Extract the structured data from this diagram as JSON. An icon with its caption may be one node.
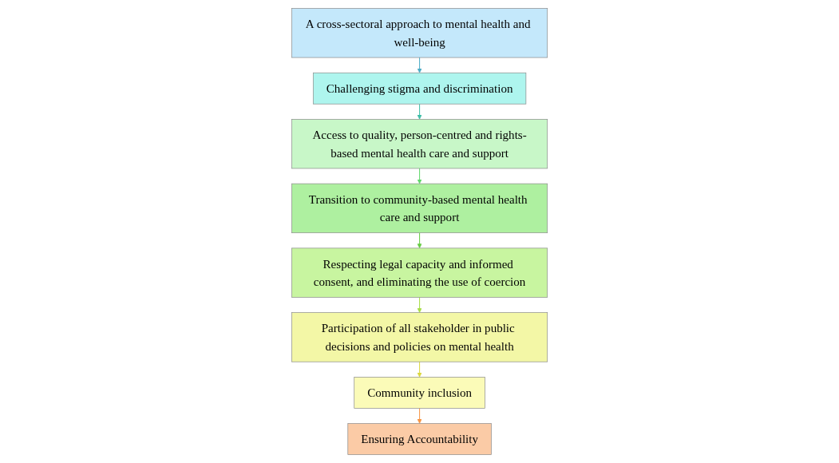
{
  "diagram": {
    "nodes": [
      {
        "text": [
          "A cross-sectoral approach to mental health and well-being"
        ]
      },
      {
        "text": [
          "Challenging stigma and discrimination"
        ]
      },
      {
        "text": [
          "Access to quality, person-centred and rights-based mental health care and support"
        ]
      },
      {
        "text": [
          "Transition to community-based mental health care and support"
        ]
      },
      {
        "text": [
          "Respecting legal capacity and informed consent, and eliminating the use of coercion"
        ]
      },
      {
        "text": [
          "Participation of all stakeholder in public decisions and policies on mental health"
        ]
      },
      {
        "text": [
          "Community inclusion"
        ]
      },
      {
        "text": [
          "Ensuring Accountability"
        ]
      }
    ],
    "edges": [
      {
        "from": 0,
        "to": 1,
        "arrow": "to",
        "color": "#4bacc6"
      },
      {
        "from": 1,
        "to": 2,
        "arrow": "to",
        "color": "#3fbfa8"
      },
      {
        "from": 2,
        "to": 3,
        "arrow": "to",
        "color": "#5fd86a"
      },
      {
        "from": 3,
        "to": 4,
        "arrow": "to",
        "color": "#66cc44"
      },
      {
        "from": 4,
        "to": 5,
        "arrow": "to",
        "color": "#a6dd44"
      },
      {
        "from": 5,
        "to": 6,
        "arrow": "to",
        "color": "#dcd840"
      },
      {
        "from": 6,
        "to": 7,
        "arrow": "to",
        "color": "#f79646"
      }
    ]
  }
}
